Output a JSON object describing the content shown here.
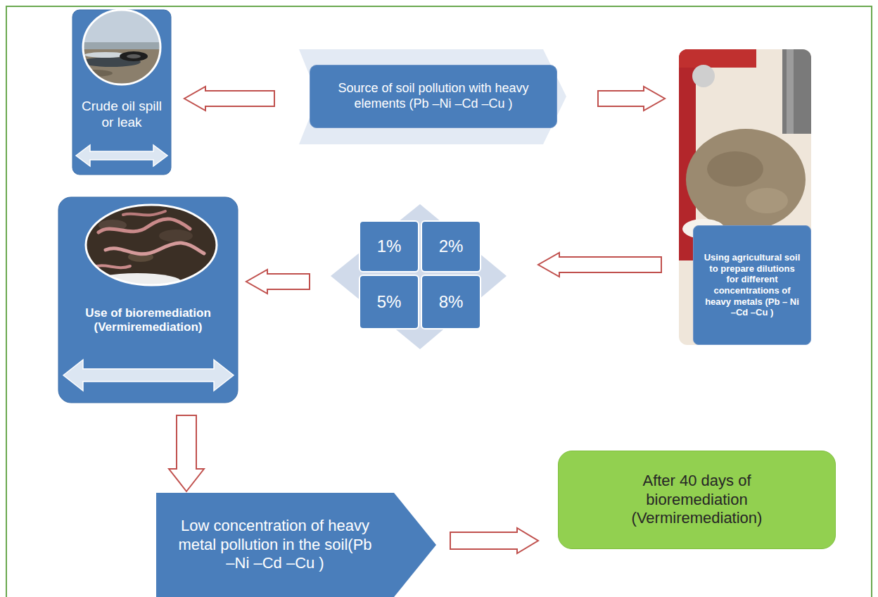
{
  "diagram": {
    "nodes": [
      {
        "text": [
          "Crude oil spill or leak"
        ]
      },
      {
        "text": [
          "Source of soil pollution with heavy elements (Pb –Ni –Cd –Cu )"
        ]
      },
      {
        "text": [
          "Using agricultural soil to prepare dilutions for different concentrations of heavy metals (Pb – Ni –Cd –Cu )"
        ]
      },
      {
        "text": [
          "Use of bioremediation (Vermiremediation)"
        ]
      },
      {
        "text": [
          "1%"
        ]
      },
      {
        "text": [
          "2%"
        ]
      },
      {
        "text": [
          "5%"
        ]
      },
      {
        "text": [
          "8%"
        ]
      },
      {
        "text": [
          "Low concentration of heavy metal pollution in the soil(Pb –Ni –Cd –Cu )"
        ]
      },
      {
        "text": [
          "After 40 days of bioremediation (Vermiremediation)"
        ]
      }
    ],
    "edges": [
      {
        "from": 1,
        "to": 0,
        "arrow": "to"
      },
      {
        "from": 1,
        "to": 2,
        "arrow": "to"
      },
      {
        "from": 2,
        "to": 5,
        "arrow": "to"
      },
      {
        "from": 6,
        "to": 3,
        "arrow": "to"
      },
      {
        "from": 3,
        "to": 8,
        "arrow": "to"
      },
      {
        "from": 8,
        "to": 9,
        "arrow": "to"
      }
    ]
  }
}
